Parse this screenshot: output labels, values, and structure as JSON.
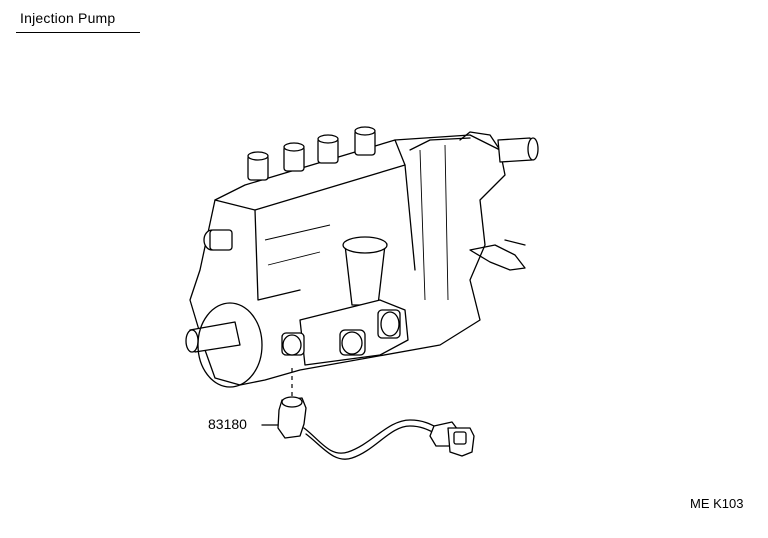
{
  "header": {
    "title": "Injection Pump"
  },
  "parts": [
    {
      "number": "83180"
    }
  ],
  "footer": {
    "reference_code": "ME K103"
  }
}
